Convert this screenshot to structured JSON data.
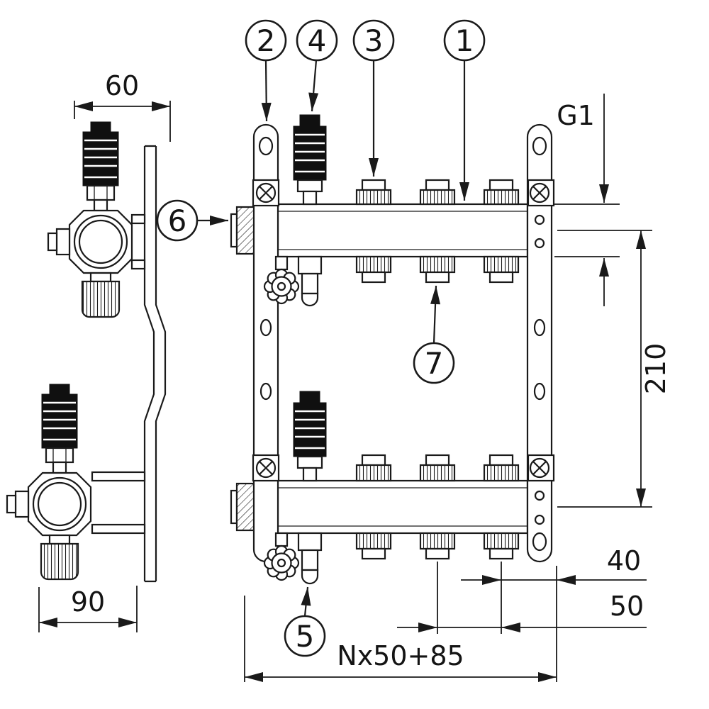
{
  "drawing": {
    "background": "#ffffff",
    "line_color": "#1a1a1a",
    "callouts": [
      {
        "id": "1",
        "label": "1"
      },
      {
        "id": "2",
        "label": "2"
      },
      {
        "id": "3",
        "label": "3"
      },
      {
        "id": "4",
        "label": "4"
      },
      {
        "id": "5",
        "label": "5"
      },
      {
        "id": "6",
        "label": "6"
      },
      {
        "id": "7",
        "label": "7"
      }
    ],
    "dimensions": {
      "bracket_top_offset": "60",
      "bracket_bottom_offset": "90",
      "axis_distance": "210",
      "connection_thread": "G1",
      "end_offset": "40",
      "outlet_spacing": "50",
      "total_length": "Nx50+85"
    }
  }
}
